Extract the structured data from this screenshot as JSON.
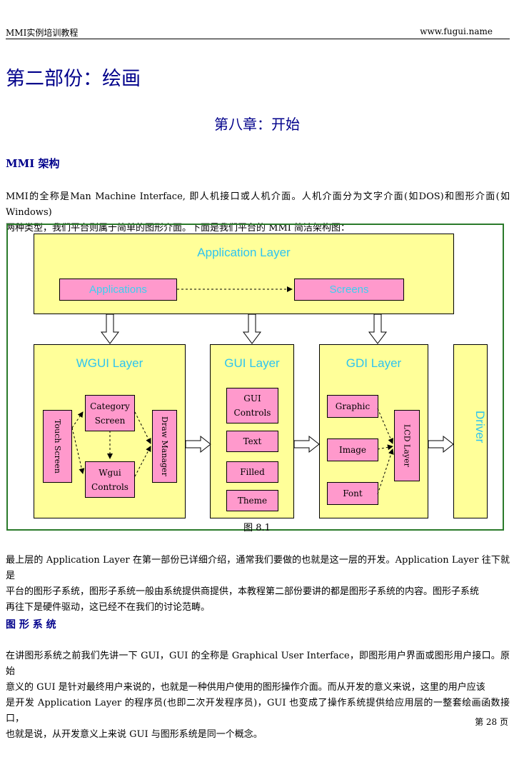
{
  "header": {
    "left": "MMI实例培训教程",
    "right": "www.fugui.name"
  },
  "part_title": "第二部份：绘画",
  "chapter_title": "第八章：开始",
  "section1": {
    "title": "MMI 架构",
    "intro_lines": [
      "MMI的全称是Man Machine Interface, 即人机接口或人机介面。人机介面分为文字介面(如DOS)和图形介面(如 Windows)",
      "两种类型，我们平台则属于简单的图形介面。下面是我们平台的 MMI 简洁架构图："
    ]
  },
  "diagram": {
    "application_layer": {
      "title": "Application Layer",
      "applications": "Applications",
      "screens": "Screens"
    },
    "wgui_layer": {
      "title": "WGUI Layer",
      "touch_screen": "Touch Screen",
      "category_screen": "Category\nScreen",
      "wgui_controls": "Wgui\nControls",
      "draw_manager": "Draw Manager"
    },
    "gui_layer": {
      "title": "GUI Layer",
      "gui_controls": "GUI\nControls",
      "text": "Text",
      "filled": "Filled",
      "theme": "Theme"
    },
    "gdi_layer": {
      "title": "GDI Layer",
      "graphic": "Graphic",
      "image": "Image",
      "font": "Font",
      "lcd_layer": "LCD Layer"
    },
    "driver": "Driver"
  },
  "caption": "图 8.1",
  "para2_lines": [
    "最上层的 Application Layer 在第一部份已详细介绍，通常我们要做的也就是这一层的开发。Application Layer 往下就是",
    "平台的图形子系统，图形子系统一般由系统提供商提供，本教程第二部份要讲的都是图形子系统的内容。图形子系统",
    "再往下是硬件驱动，这已经不在我们的讨论范畴。"
  ],
  "section2": {
    "title": "图 形 系 统",
    "lines": [
      "在讲图形系统之前我们先讲一下 GUI，GUI 的全称是 Graphical User Interface，即图形用户界面或图形用户接口。原始",
      "意义的 GUI 是针对最终用户来说的，也就是一种供用户使用的图形操作介面。而从开发的意义来说，这里的用户应该",
      "是开发 Application Layer 的程序员(也即二次开发程序员)，GUI 也变成了操作系统提供给应用层的一整套绘画函数接口，",
      "也就是说，从开发意义上来说 GUI 与图形系统是同一个概念。"
    ]
  },
  "page_number": "第 28 页"
}
